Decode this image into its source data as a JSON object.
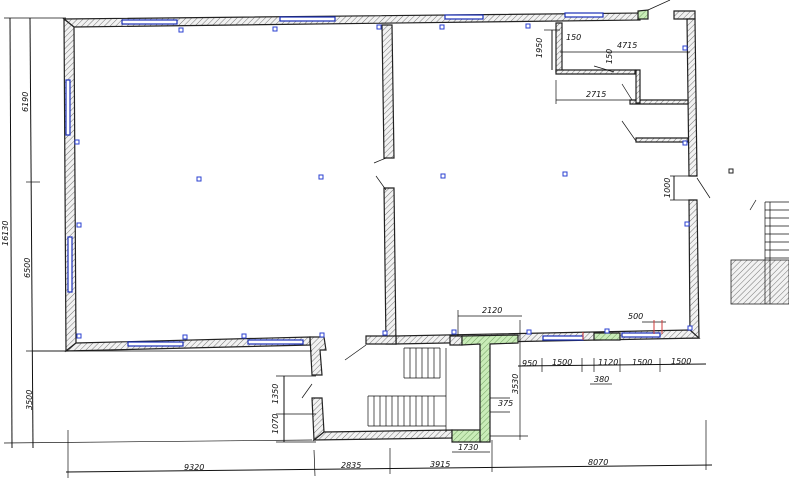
{
  "dimensions": {
    "left_total": "16130",
    "left_upper": "6190",
    "left_lower": "6500",
    "left_bottom": "3500",
    "bottom_1": "9320",
    "bottom_2": "2835",
    "bottom_3": "3915",
    "bottom_4": "8070",
    "top_right_1": "150",
    "top_right_2": "4715",
    "top_right_3": "1950",
    "top_right_4": "150",
    "top_right_5": "2715",
    "right_door": "1000",
    "center_top": "2120",
    "center_v": "3530",
    "center_375": "375",
    "center_1730": "1730",
    "stair_1350": "1350",
    "stair_1070": "1070",
    "right_950": "950",
    "right_1500a": "1500",
    "right_1120": "1120",
    "right_1500b": "1500",
    "right_1500c": "1500",
    "right_380": "380",
    "right_500": "500"
  },
  "colors": {
    "wall_hatch": "#555555",
    "window": "#1a2fb8",
    "column": "#2a3fd0",
    "highlight_green": "#b8e6a8",
    "highlight_red": "#d23a3a"
  }
}
